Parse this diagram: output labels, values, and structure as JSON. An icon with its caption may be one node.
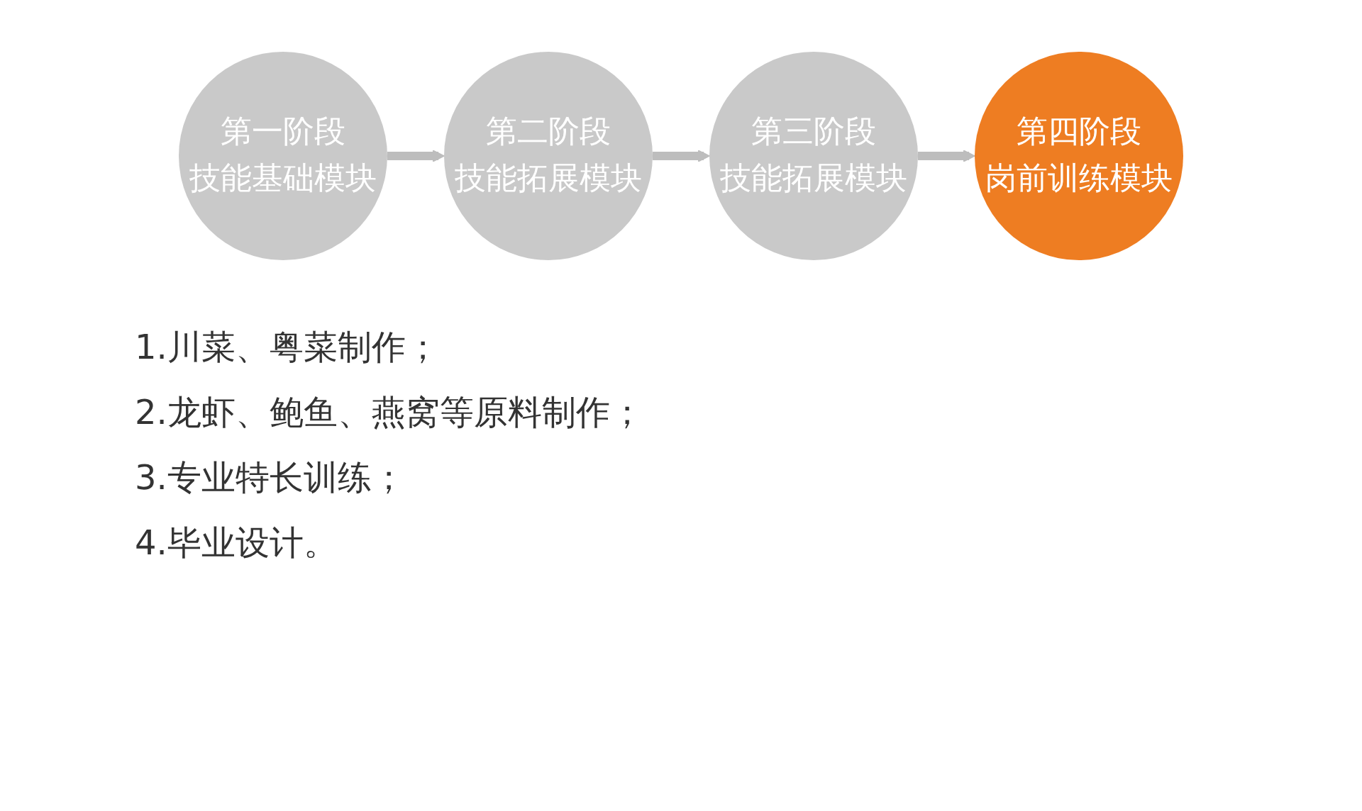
{
  "diagram": {
    "nodes": [
      {
        "text": [
          "第一阶段",
          "技能基础模块"
        ]
      },
      {
        "text": [
          "第二阶段",
          "技能拓展模块"
        ]
      },
      {
        "text": [
          "第三阶段",
          "技能拓展模块"
        ]
      },
      {
        "text": [
          "第四阶段",
          "岗前训练模块"
        ]
      }
    ],
    "edges": [
      {
        "from": 0,
        "to": 1,
        "arrow": "to"
      },
      {
        "from": 1,
        "to": 2,
        "arrow": "to"
      },
      {
        "from": 2,
        "to": 3,
        "arrow": "to"
      }
    ],
    "labels": [
      "1.川菜、粤菜制作；",
      "2.龙虾、鲍鱼、燕窝等原料制作；",
      "3.专业特长训练；",
      "4.毕业设计。"
    ]
  }
}
